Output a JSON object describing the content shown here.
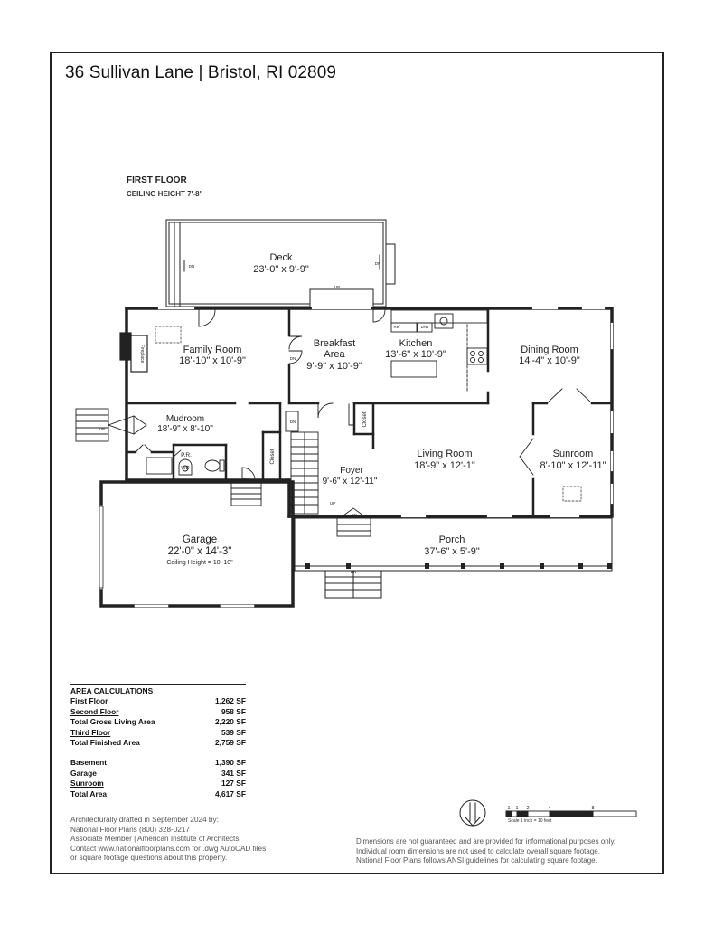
{
  "header": {
    "title": "36 Sullivan Lane | Bristol, RI 02809"
  },
  "floor": {
    "name": "FIRST FLOOR",
    "ceiling": "CEILING HEIGHT 7'-8\""
  },
  "rooms": {
    "deck": {
      "name": "Deck",
      "dims": "23'-0\" x 9'-9\""
    },
    "family": {
      "name": "Family Room",
      "dims": "18'-10\" x 10'-9\""
    },
    "breakfast": {
      "name1": "Breakfast",
      "name2": "Area",
      "dims": "9'-9\" x 10'-9\""
    },
    "kitchen": {
      "name": "Kitchen",
      "dims": "13'-6\" x 10'-9\""
    },
    "dining": {
      "name": "Dining Room",
      "dims": "14'-4\" x 10'-9\""
    },
    "mudroom": {
      "name": "Mudroom",
      "dims": "18'-9\" x 8'-10\""
    },
    "living": {
      "name": "Living Room",
      "dims": "18'-9\" x 12'-1\""
    },
    "sunroom": {
      "name": "Sunroom",
      "dims": "8'-10\" x 12'-11\""
    },
    "foyer": {
      "name": "Foyer",
      "dims": "9'-6\" x 12'-11\""
    },
    "garage": {
      "name": "Garage",
      "dims": "22'-0\" x 14'-3\"",
      "ceiling": "Ceiling Height = 10'-10\""
    },
    "porch": {
      "name": "Porch",
      "dims": "37'-6\" x 5'-9\""
    }
  },
  "fixtures": {
    "fireplace": "Fireplace",
    "closet": "Closet",
    "pr": "P.R.",
    "wd": "WD",
    "ref": "Ref",
    "dw": "D/W",
    "dn": "DN",
    "up": "UP"
  },
  "area_calculations": {
    "title": "AREA CALCULATIONS",
    "rows": [
      {
        "name": "First Floor",
        "value": "1,262 SF"
      },
      {
        "name": "Second Floor",
        "value": "958 SF"
      },
      {
        "name": "Total Gross Living Area",
        "value": "2,220 SF"
      },
      {
        "name": "Third Floor",
        "value": "539 SF"
      },
      {
        "name": "Total Finished Area",
        "value": "2,759 SF"
      }
    ],
    "rows2": [
      {
        "name": "Basement",
        "value": "1,390 SF"
      },
      {
        "name": "Garage",
        "value": "341 SF"
      },
      {
        "name": "Sunroom",
        "value": "127 SF"
      },
      {
        "name": "Total Area",
        "value": "4,617 SF"
      }
    ]
  },
  "credits": {
    "line1": "Architecturally drafted in September 2024 by:",
    "line2": "National Floor Plans  (800) 328-0217",
    "line3": "Associate Member | American Institute of Architects",
    "line4": "Contact www.nationalfloorplans.com for .dwg AutoCAD files",
    "line5": "or square footage questions about this property."
  },
  "disclaimer": {
    "line1": "Dimensions are not guaranteed and are provided for informational purposes only.",
    "line2": "Individual room dimensions are not used to calculate overall square footage.",
    "line3": "National Floor Plans follows ANSI guidelines for calculating square footage."
  },
  "scale": {
    "ticks": [
      "1",
      "1",
      "2",
      "4",
      "8"
    ],
    "caption": "Scale 1 inch = 10 feet"
  }
}
